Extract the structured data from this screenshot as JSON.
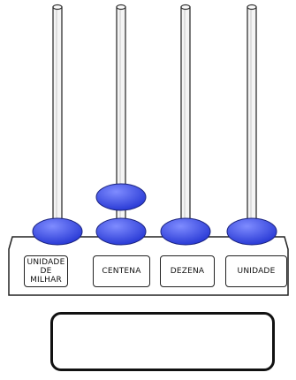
{
  "abacus": {
    "rods": [
      {
        "label_lines": [
          "UNIDADE",
          "DE MILHAR"
        ],
        "beads": 1
      },
      {
        "label_lines": [
          "CENTENA"
        ],
        "beads": 2
      },
      {
        "label_lines": [
          "DEZENA"
        ],
        "beads": 1
      },
      {
        "label_lines": [
          "UNIDADE"
        ],
        "beads": 1
      }
    ],
    "bead_color": "#2a3bd6",
    "bead_highlight": "#7f8cff"
  },
  "answer_box": {
    "value": ""
  }
}
